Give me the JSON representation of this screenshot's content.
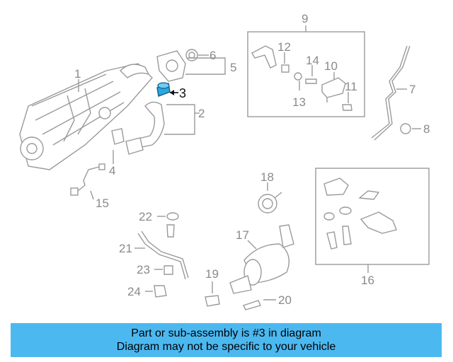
{
  "colors": {
    "banner_bg": "#4cb8f0",
    "highlight": "#2aa8e0",
    "line": "#9a9a9a",
    "label": "#8a8a8a"
  },
  "callouts": {
    "n1": "1",
    "n2": "2",
    "n3": "3",
    "n4": "4",
    "n5": "5",
    "n6": "6",
    "n7": "7",
    "n8": "8",
    "n9": "9",
    "n10": "10",
    "n11": "11",
    "n12": "12",
    "n13": "13",
    "n14": "14",
    "n15": "15",
    "n16": "16",
    "n17": "17",
    "n18": "18",
    "n19": "19",
    "n20": "20",
    "n21": "21",
    "n22": "22",
    "n23": "23",
    "n24": "24"
  },
  "banner": {
    "line1": "Part or sub-assembly is #3 in diagram",
    "line2": "Diagram may not be specific to your vehicle"
  }
}
